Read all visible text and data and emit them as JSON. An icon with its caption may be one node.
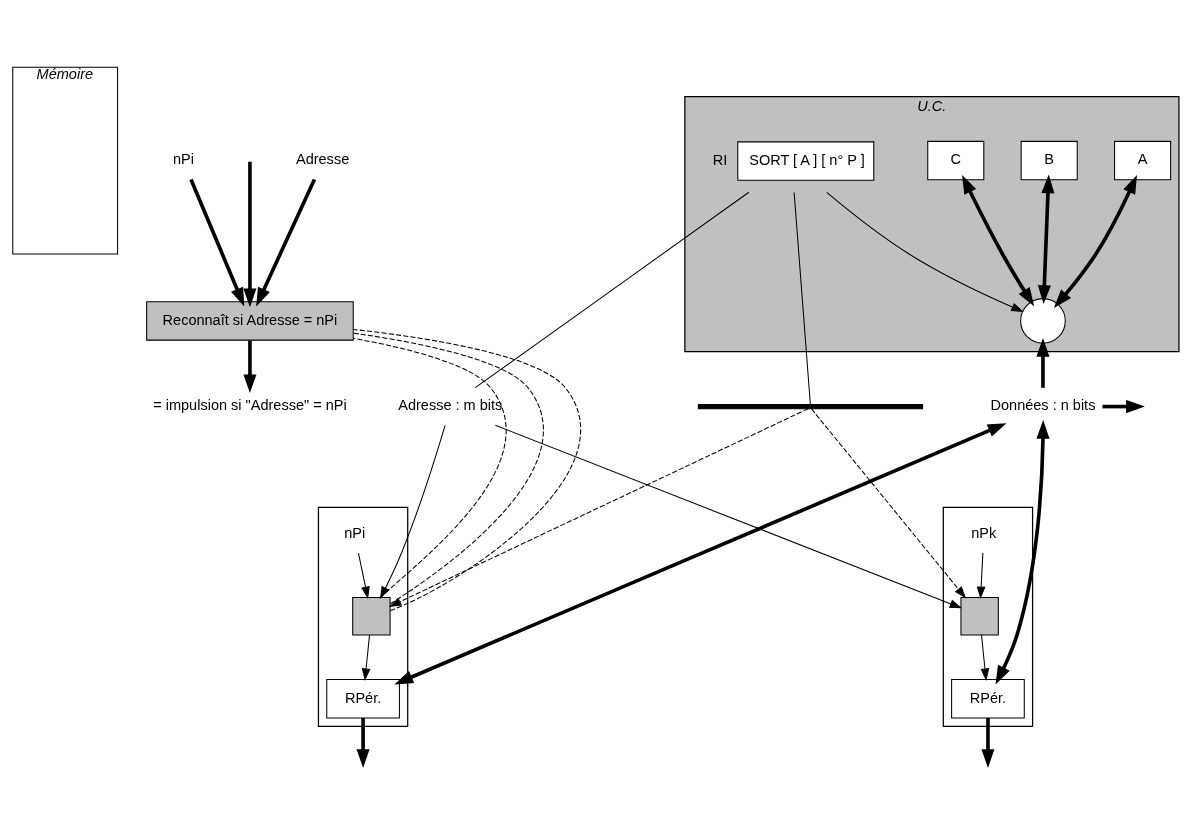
{
  "diagram": {
    "nodes": [
      {
        "text": [
          "Mémoire"
        ]
      },
      {
        "text": [
          "U.C."
        ]
      },
      {
        "text": [
          "SORT [ A ] [ n° P ]"
        ],
        "beside": [
          "RI"
        ],
        "in": 1
      },
      {
        "text": [
          "A"
        ],
        "in": 1
      },
      {
        "text": [
          "B"
        ],
        "in": 1
      },
      {
        "text": [
          "C"
        ],
        "in": 1
      },
      {
        "text": [],
        "shape": "circle",
        "in": 1
      },
      {
        "text": [
          "Adresse : m bits"
        ]
      },
      {
        "text": [],
        "shape": "bar"
      },
      {
        "text": [
          "Données : n bits"
        ]
      },
      {
        "text": [],
        "shape": "box"
      },
      {
        "text": [],
        "shape": "box",
        "in": 10
      },
      {
        "text": [
          "nPi"
        ],
        "in": 10
      },
      {
        "text": [
          "RPér."
        ],
        "in": 10
      },
      {
        "text": [],
        "shape": "box"
      },
      {
        "text": [],
        "shape": "box",
        "in": 14
      },
      {
        "text": [
          "nPk"
        ],
        "in": 14
      },
      {
        "text": [
          "RPér."
        ],
        "in": 14
      },
      {
        "text": [
          "Adresse"
        ]
      },
      {
        "text": [
          "nPi"
        ]
      },
      {
        "text": [
          "Reconnaît si Adresse = nPi"
        ]
      },
      {
        "text": [
          "= impulsion si \"Adresse\" = nPi"
        ]
      }
    ],
    "edges": [
      {
        "from": 2,
        "to": 6,
        "arrow": "to"
      },
      {
        "from": 2,
        "to": 7,
        "arrow": "none"
      },
      {
        "from": 2,
        "to": 8,
        "arrow": "none"
      },
      {
        "from": 3,
        "to": 6,
        "arrow": "both",
        "style": "thick"
      },
      {
        "from": 4,
        "to": 6,
        "arrow": "both",
        "style": "thick"
      },
      {
        "from": 5,
        "to": 6,
        "arrow": "both",
        "style": "thick"
      },
      {
        "from": 9,
        "to": 6,
        "arrow": "to",
        "style": "thick"
      },
      {
        "from": 9,
        "to": null,
        "arrow": "to",
        "style": "thick"
      },
      {
        "from": 7,
        "to": 11,
        "arrow": "to"
      },
      {
        "from": 8,
        "to": 11,
        "arrow": "to",
        "style": "dashed"
      },
      {
        "from": 12,
        "to": 11,
        "arrow": "to"
      },
      {
        "from": 9,
        "to": 13,
        "arrow": "both",
        "style": "thick"
      },
      {
        "from": 11,
        "to": 13,
        "arrow": "to"
      },
      {
        "from": 13,
        "to": null,
        "arrow": "to",
        "style": "thick"
      },
      {
        "from": 7,
        "to": 15,
        "arrow": "to"
      },
      {
        "from": 8,
        "to": 15,
        "arrow": "to",
        "style": "dashed"
      },
      {
        "from": 16,
        "to": 15,
        "arrow": "to"
      },
      {
        "from": 9,
        "to": 17,
        "arrow": "both",
        "style": "thick"
      },
      {
        "from": 15,
        "to": 17,
        "arrow": "to"
      },
      {
        "from": 17,
        "to": null,
        "arrow": "to",
        "style": "thick"
      },
      {
        "from": 11,
        "to": 20,
        "arrow": "none",
        "style": "dashed"
      },
      {
        "from": 11,
        "to": 20,
        "arrow": "none",
        "style": "dashed"
      },
      {
        "from": 11,
        "to": 20,
        "arrow": "none",
        "style": "dashed"
      },
      {
        "from": 18,
        "to": 20,
        "arrow": "to",
        "style": "thick"
      },
      {
        "from": 19,
        "to": 20,
        "arrow": "to",
        "style": "thick"
      },
      {
        "from": null,
        "to": 20,
        "arrow": "to",
        "style": "thick"
      },
      {
        "from": 20,
        "to": 21,
        "arrow": "to",
        "style": "thick"
      }
    ]
  }
}
